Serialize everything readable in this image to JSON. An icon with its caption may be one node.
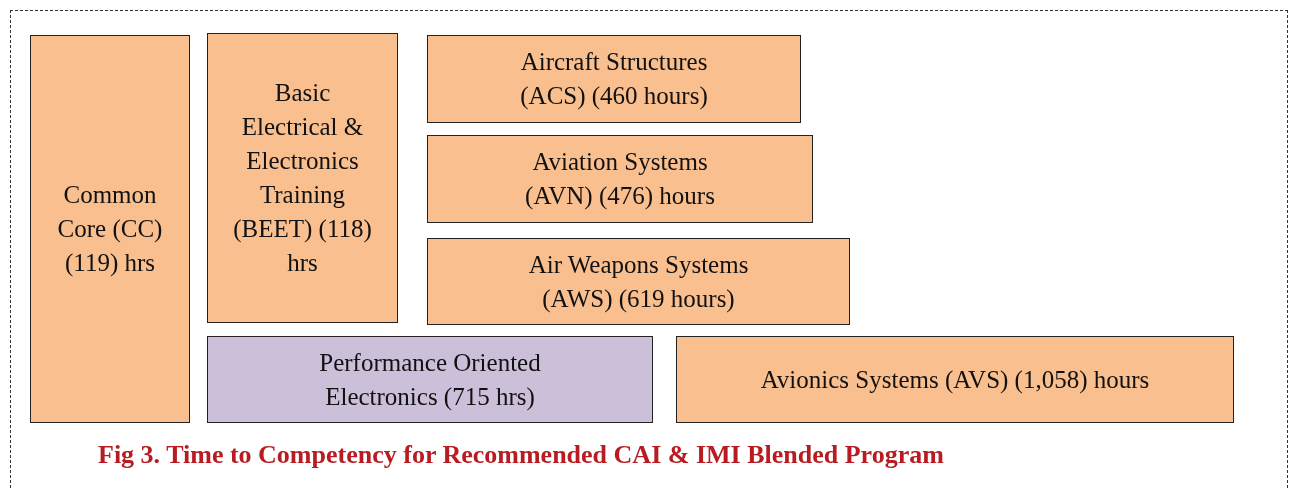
{
  "diagram": {
    "caption": "Fig 3. Time to Competency for Recommended CAI & IMI Blended Program",
    "nodes": [
      {
        "text": [
          "Common Core (CC) (119) hrs"
        ]
      },
      {
        "text": [
          "Basic Electrical & Electronics Training (BEET) (118) hrs"
        ]
      },
      {
        "text": [
          "Aircraft Structures (ACS) (460 hours)"
        ]
      },
      {
        "text": [
          "Aviation Systems (AVN) (476) hours"
        ]
      },
      {
        "text": [
          "Air Weapons Systems (AWS) (619 hours)"
        ]
      },
      {
        "text": [
          "Performance Oriented Electronics (715 hrs)"
        ]
      },
      {
        "text": [
          "Avionics Systems (AVS) (1,058) hours"
        ]
      }
    ]
  }
}
